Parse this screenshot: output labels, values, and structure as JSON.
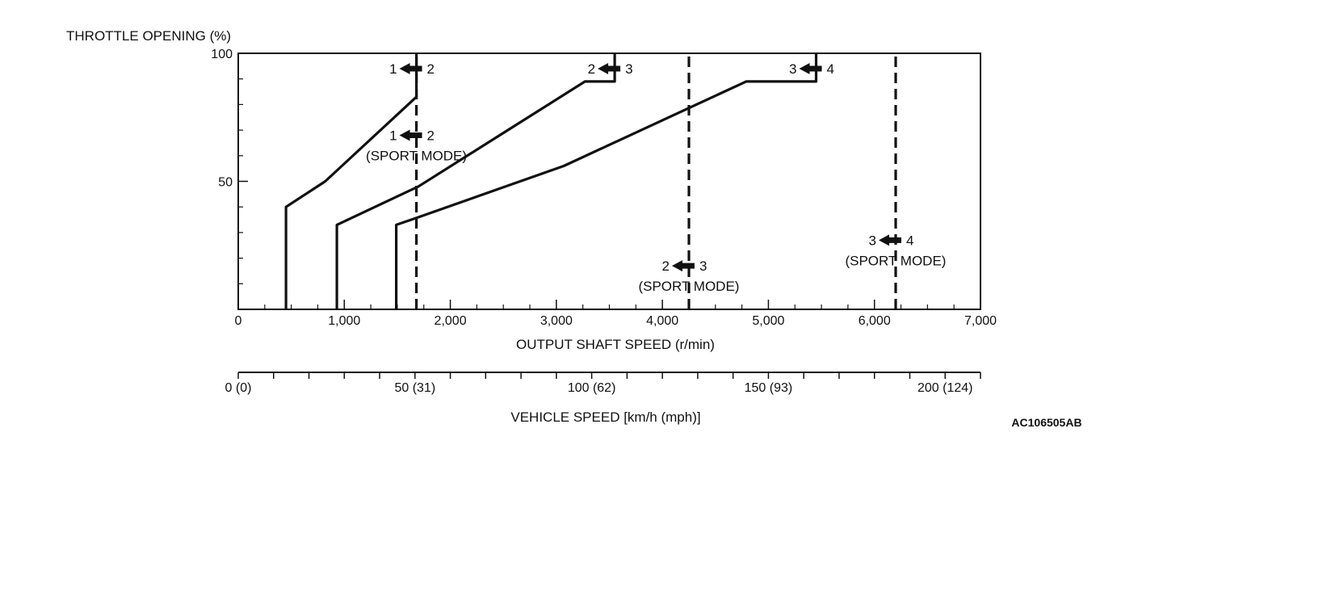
{
  "figure_code": "AC106505AB",
  "chart_data": {
    "type": "line",
    "ylabel": "THROTTLE OPENING (%)",
    "xlabel": "OUTPUT SHAFT SPEED (r/min)",
    "secondary_xlabel": "VEHICLE SPEED [km/h (mph)]",
    "xlim": [
      0,
      7000
    ],
    "ylim": [
      0,
      100
    ],
    "x_ticks": [
      0,
      1000,
      2000,
      3000,
      4000,
      5000,
      6000,
      7000
    ],
    "x_tick_labels": [
      "0",
      "1,000",
      "2,000",
      "3,000",
      "4,000",
      "5,000",
      "6,000",
      "7,000"
    ],
    "x_minor_ticks": [
      250,
      500,
      750,
      1250,
      1500,
      1750,
      2250,
      2500,
      2750,
      3250,
      3500,
      3750,
      4250,
      4500,
      4750,
      5250,
      5500,
      5750,
      6250,
      6500,
      6750
    ],
    "y_ticks": [
      0,
      50,
      100
    ],
    "y_tick_labels": [
      "",
      "50",
      "100"
    ],
    "y_minor_ticks": [
      10,
      20,
      30,
      40,
      60,
      70,
      80,
      90
    ],
    "secondary_axis": {
      "range_kmh": [
        0,
        210
      ],
      "ticks_kmh": [
        0,
        10,
        20,
        30,
        40,
        50,
        60,
        70,
        80,
        90,
        100,
        110,
        120,
        130,
        140,
        150,
        160,
        170,
        180,
        190,
        200,
        210
      ],
      "labeled_ticks_kmh": [
        0,
        50,
        100,
        150,
        200
      ],
      "labels": [
        "0 (0)",
        "50 (31)",
        "100 (62)",
        "150 (93)",
        "200 (124)"
      ]
    },
    "series": [
      {
        "x": [
          450,
          450,
          820,
          1680,
          1680
        ],
        "y": [
          0,
          40,
          50,
          83,
          100
        ],
        "style": "solid"
      },
      {
        "x": [
          930,
          930,
          1700,
          3270,
          3550,
          3550
        ],
        "y": [
          0,
          33,
          48,
          89,
          89,
          100
        ],
        "style": "solid"
      },
      {
        "x": [
          1490,
          1490,
          1700,
          3070,
          4790,
          5450,
          5450
        ],
        "y": [
          0,
          33,
          36,
          56,
          89,
          89,
          100
        ],
        "style": "solid"
      },
      {
        "x": [
          1680,
          1680
        ],
        "y": [
          0,
          100
        ],
        "style": "dashed"
      },
      {
        "x": [
          4250,
          4250
        ],
        "y": [
          0,
          100
        ],
        "style": "dashed"
      },
      {
        "x": [
          6200,
          6200
        ],
        "y": [
          0,
          100
        ],
        "style": "dashed"
      }
    ],
    "annotations": [
      {
        "from": "1",
        "to": "2",
        "x": 1680,
        "y": 94
      },
      {
        "from": "2",
        "to": "3",
        "x": 3550,
        "y": 94
      },
      {
        "from": "3",
        "to": "4",
        "x": 5450,
        "y": 94
      },
      {
        "from": "1",
        "to": "2",
        "x": 1680,
        "y": 68,
        "label": "(SPORT MODE)"
      },
      {
        "from": "2",
        "to": "3",
        "x": 4250,
        "y": 17,
        "label": "(SPORT MODE)"
      },
      {
        "from": "3",
        "to": "4",
        "x": 6200,
        "y": 27,
        "label": "(SPORT MODE)"
      }
    ],
    "grid": false,
    "legend": "none",
    "line_color": "#111111"
  }
}
